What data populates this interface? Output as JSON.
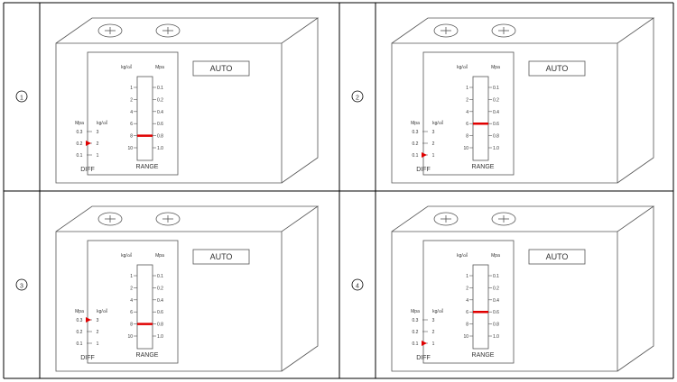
{
  "panels": [
    {
      "number": "①",
      "auto": "AUTO",
      "range_label": "RANGE",
      "diff_label": "DIFF",
      "range_left_unit": "kg/㎠",
      "range_right_unit": "Mpa",
      "range_left_ticks": [
        "1",
        "2",
        "4",
        "6",
        "8",
        "10"
      ],
      "range_right_ticks": [
        "0.1",
        "0.2",
        "0.4",
        "0.6",
        "0.8",
        "1.0"
      ],
      "diff_mpa_unit": "Mpa",
      "diff_kg_unit": "kg/㎠",
      "diff_mpa_ticks": [
        "0.3",
        "0.2",
        "0.1"
      ],
      "diff_kg_ticks": [
        "3",
        "2",
        "1"
      ],
      "range_setting_kgcm2": 8,
      "diff_setting_mpa": 0.2
    },
    {
      "number": "②",
      "auto": "AUTO",
      "range_label": "RANGE",
      "diff_label": "DIFF",
      "range_left_unit": "kg/㎠",
      "range_right_unit": "Mpa",
      "range_left_ticks": [
        "1",
        "2",
        "4",
        "6",
        "8",
        "10"
      ],
      "range_right_ticks": [
        "0.1",
        "0.2",
        "0.4",
        "0.6",
        "0.8",
        "1.0"
      ],
      "diff_mpa_unit": "Mpa",
      "diff_kg_unit": "kg/㎠",
      "diff_mpa_ticks": [
        "0.3",
        "0.2",
        "0.1"
      ],
      "diff_kg_ticks": [
        "3",
        "2",
        "1"
      ],
      "range_setting_kgcm2": 6,
      "diff_setting_mpa": 0.1
    },
    {
      "number": "③",
      "auto": "AUTO",
      "range_label": "RANGE",
      "diff_label": "DIFF",
      "range_left_unit": "kg/㎠",
      "range_right_unit": "Mpa",
      "range_left_ticks": [
        "1",
        "2",
        "4",
        "6",
        "8",
        "10"
      ],
      "range_right_ticks": [
        "0.1",
        "0.2",
        "0.4",
        "0.6",
        "0.8",
        "1.0"
      ],
      "diff_mpa_unit": "Mpa",
      "diff_kg_unit": "kg/㎠",
      "diff_mpa_ticks": [
        "0.3",
        "0.2",
        "0.1"
      ],
      "diff_kg_ticks": [
        "3",
        "2",
        "1"
      ],
      "range_setting_kgcm2": 8,
      "diff_setting_mpa": 0.3
    },
    {
      "number": "④",
      "auto": "AUTO",
      "range_label": "RANGE",
      "diff_label": "DIFF",
      "range_left_unit": "kg/㎠",
      "range_right_unit": "Mpa",
      "range_left_ticks": [
        "1",
        "2",
        "4",
        "6",
        "8",
        "10"
      ],
      "range_right_ticks": [
        "0.1",
        "0.2",
        "0.4",
        "0.6",
        "0.8",
        "1.0"
      ],
      "diff_mpa_unit": "Mpa",
      "diff_kg_unit": "kg/㎠",
      "diff_mpa_ticks": [
        "0.3",
        "0.2",
        "0.1"
      ],
      "diff_kg_ticks": [
        "3",
        "2",
        "1"
      ],
      "range_setting_kgcm2": 6,
      "diff_setting_mpa": 0.1
    }
  ],
  "colors": {
    "border": "#000000",
    "line": "#555555",
    "indicator": "#e00000"
  }
}
